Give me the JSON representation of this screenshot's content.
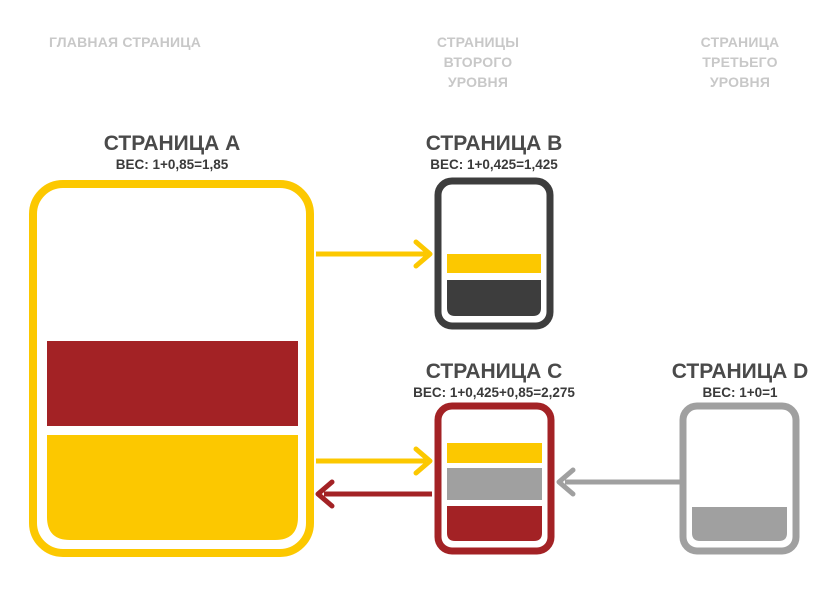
{
  "columns": {
    "main": "ГЛАВНАЯ СТРАНИЦА",
    "second": [
      "СТРАНИЦЫ",
      "ВТОРОГО",
      "УРОВНЯ"
    ],
    "third": [
      "СТРАНИЦА",
      "ТРЕТЬЕГО",
      "УРОВНЯ"
    ]
  },
  "pages": {
    "a": {
      "title": "СТРАНИЦА A",
      "weight": "ВЕС: 1+0,85=1,85"
    },
    "b": {
      "title": "СТРАНИЦА B",
      "weight": "ВЕС: 1+0,425=1,425"
    },
    "c": {
      "title": "СТРАНИЦА C",
      "weight": "ВЕС: 1+0,425+0,85=2,275"
    },
    "d": {
      "title": "СТРАНИЦА D",
      "weight": "ВЕС: 1+0=1"
    }
  },
  "colors": {
    "yellow": "#fcc800",
    "dark_red": "#a32225",
    "dark_gray": "#3d3d3d",
    "gray": "#a0a0a0"
  },
  "links": [
    {
      "from": "a",
      "to": "b",
      "color": "yellow"
    },
    {
      "from": "a",
      "to": "c",
      "color": "yellow"
    },
    {
      "from": "c",
      "to": "a",
      "color": "dark_red"
    },
    {
      "from": "d",
      "to": "c",
      "color": "gray"
    }
  ]
}
